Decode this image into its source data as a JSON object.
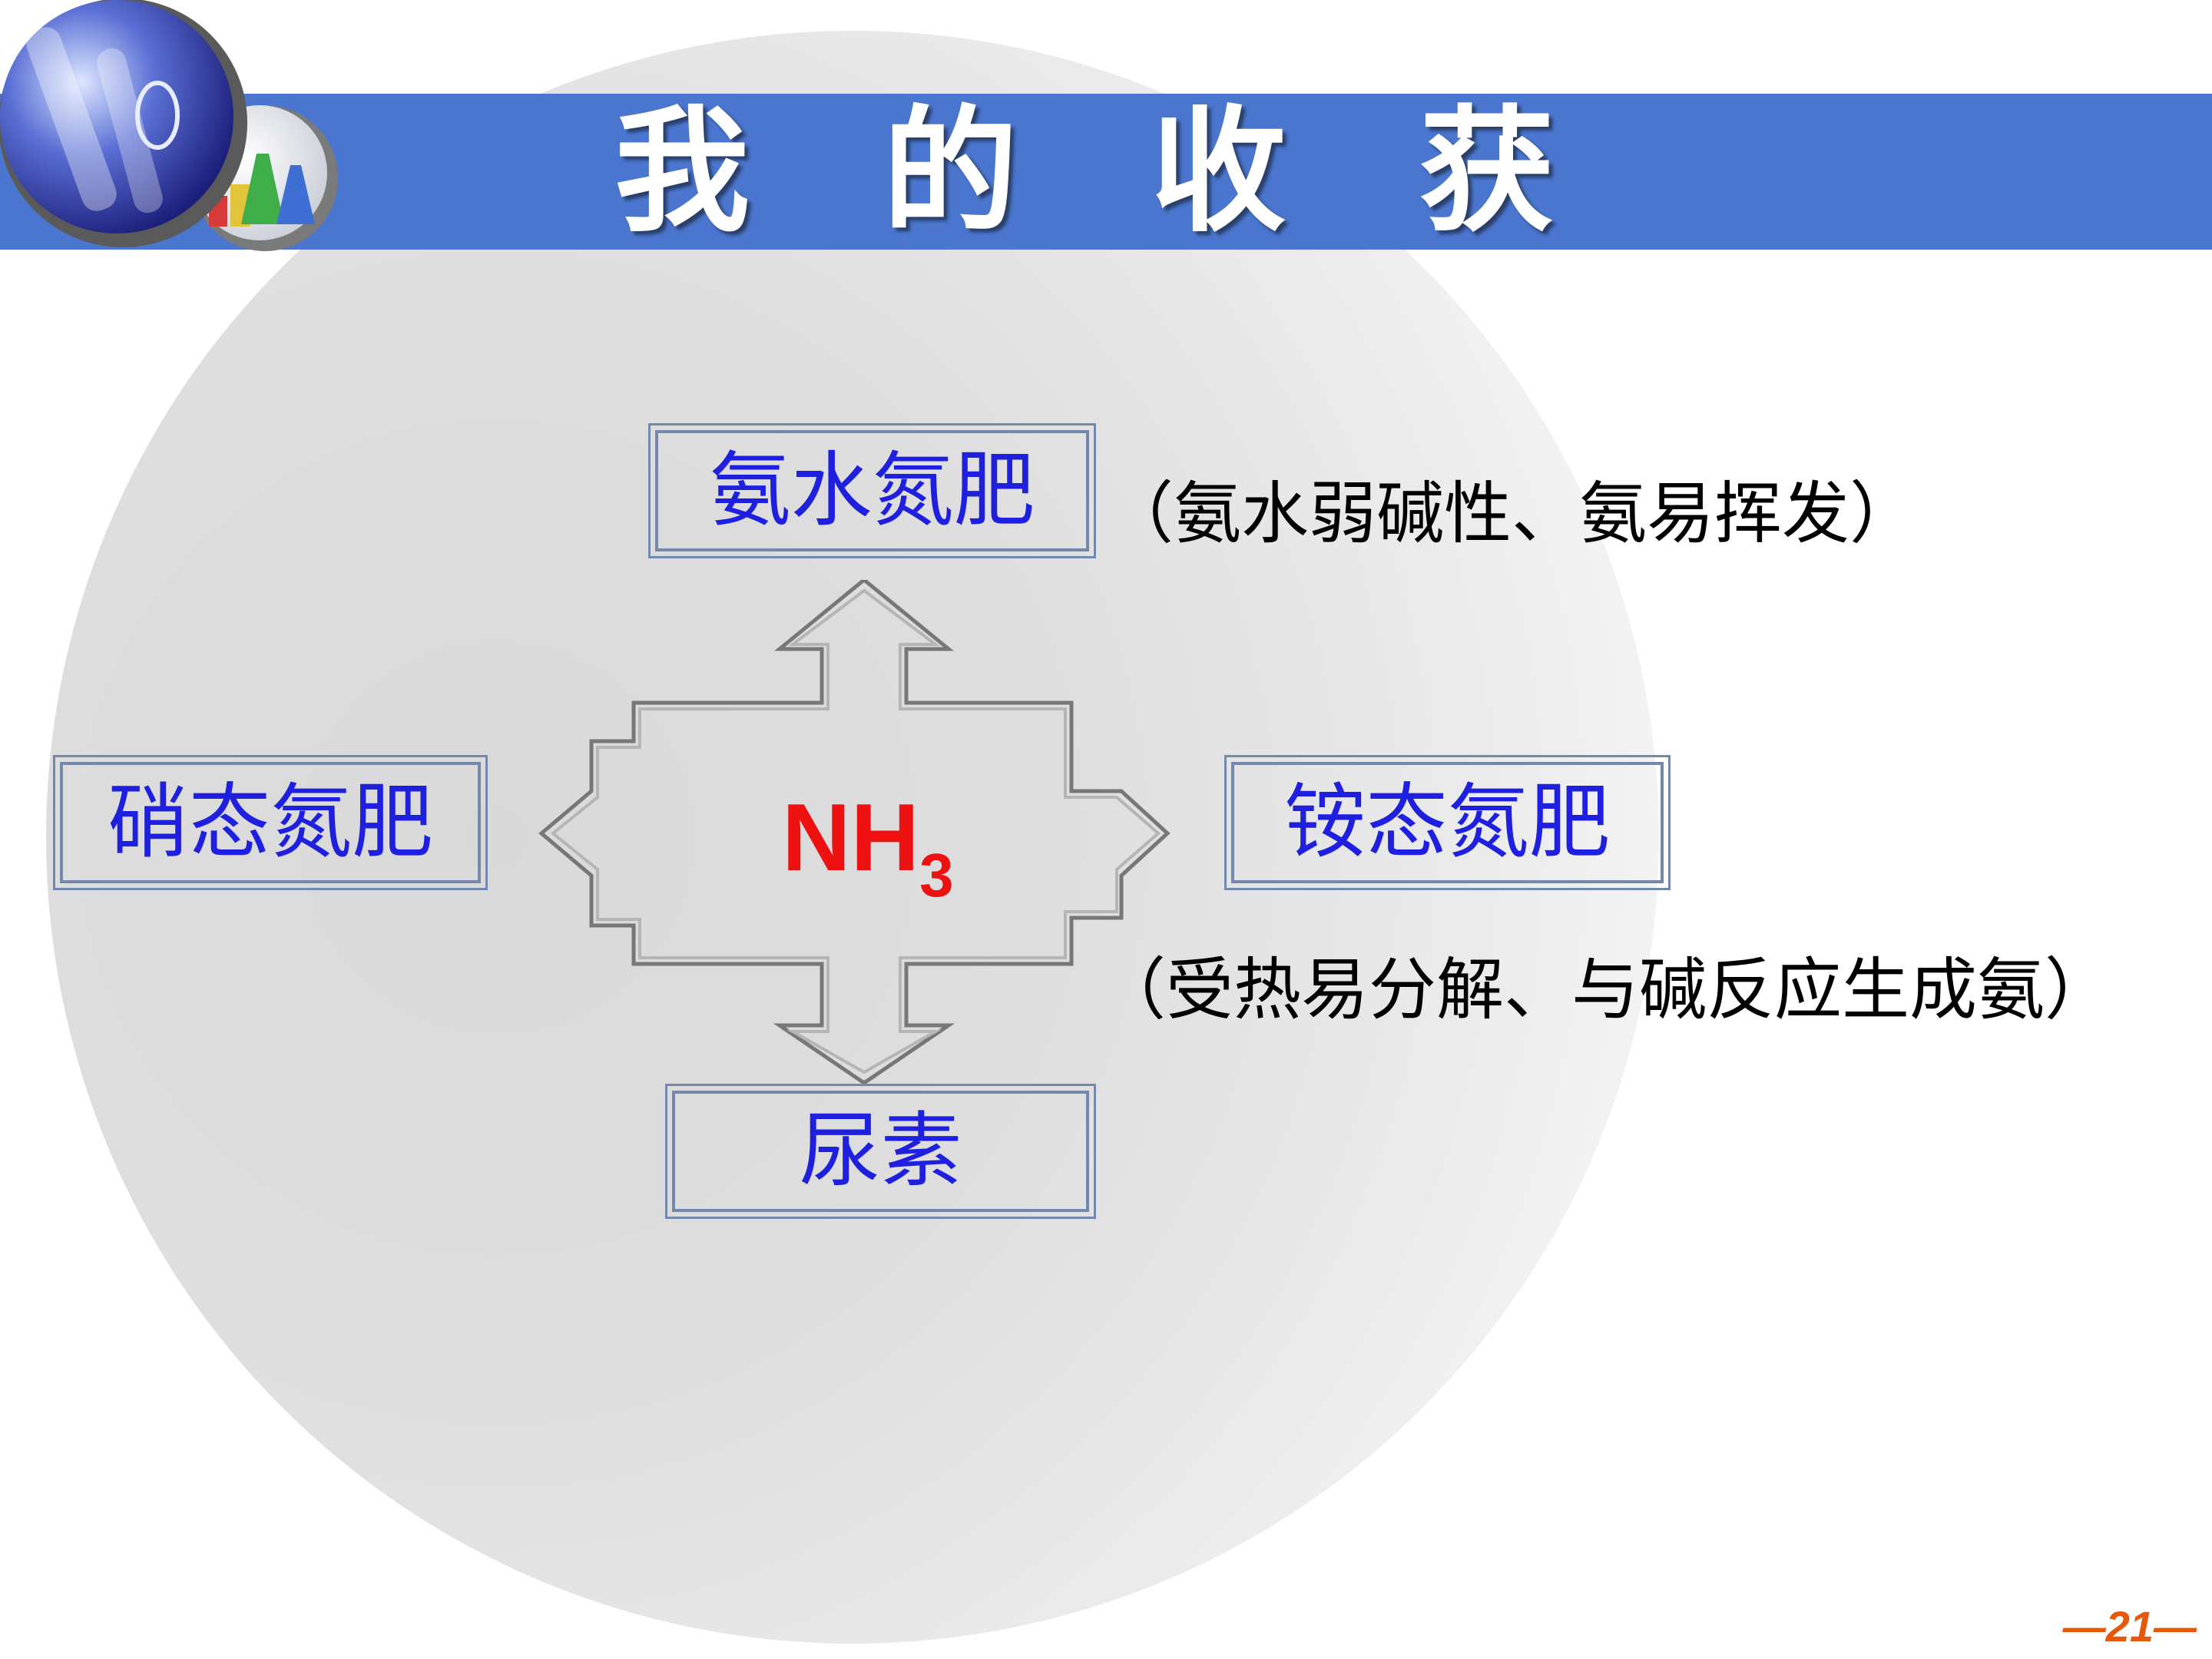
{
  "slide": {
    "title": "我 的 收 获",
    "page_number": "—21—"
  },
  "diagram": {
    "center_label": "NH",
    "center_subscript": "3",
    "boxes": {
      "top": "氨水氮肥",
      "left": "硝态氮肥",
      "right": "铵态氮肥",
      "bottom": "尿素"
    },
    "notes": {
      "top": "（氨水弱碱性、氨易挥发）",
      "right": "（受热易分解、与碱反应生成氨）"
    }
  },
  "colors": {
    "title_bar": "#4a76cf",
    "box_text": "#1f1fe0",
    "formula": "#ee1111",
    "page_number": "#e55a0a"
  }
}
